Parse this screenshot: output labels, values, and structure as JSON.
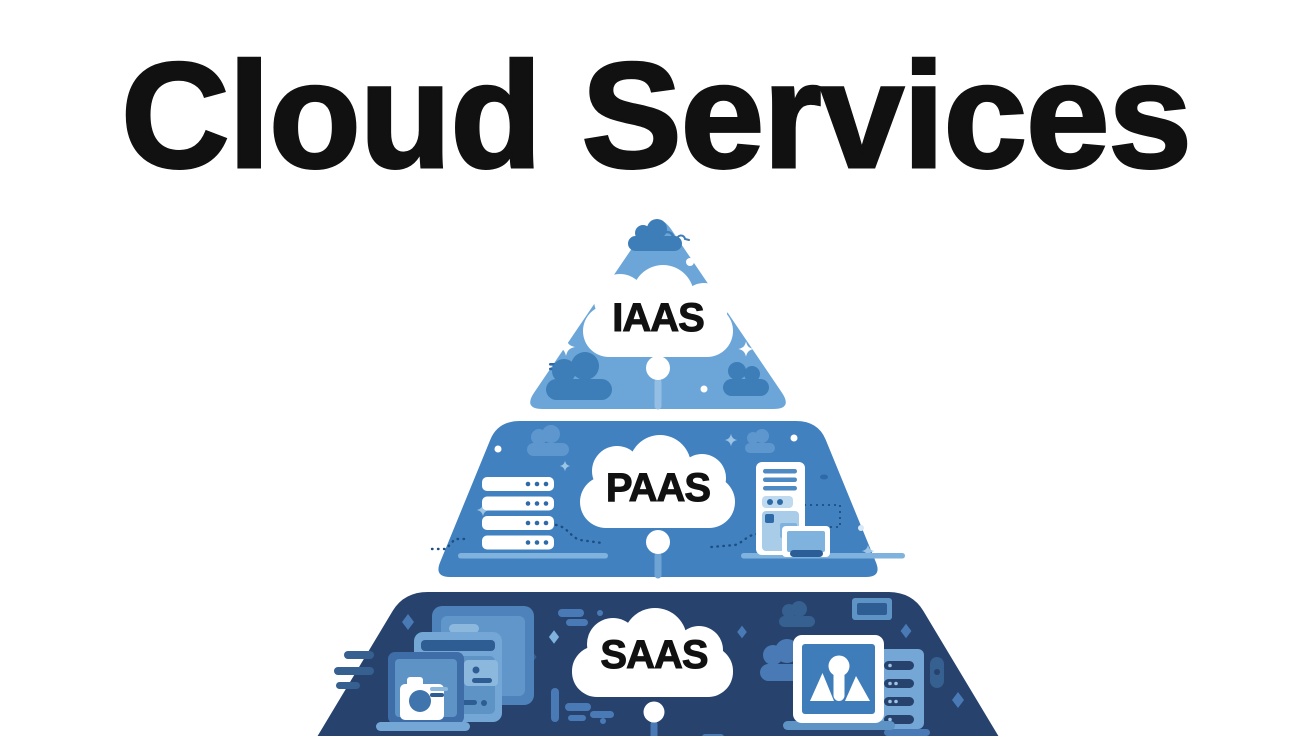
{
  "page": {
    "title": "Cloud Services",
    "title_color": "#111111",
    "background_color": "#ffffff"
  },
  "pyramid": {
    "cloud_fill": "#ffffff",
    "cloud_label_color": "#111111",
    "tiers": [
      {
        "id": "iaas",
        "label": "IAAS",
        "position": "top",
        "fill": "#6CA6D8",
        "decoration_color": "#3D7DB8",
        "icons": [
          "cloud-badge-icon",
          "small-cloud-icon",
          "sparkle-icon",
          "connector-dot"
        ]
      },
      {
        "id": "paas",
        "label": "PAAS",
        "position": "middle",
        "fill": "#4181C0",
        "decoration_color": "#5E97CD",
        "icons": [
          "cloud-badge-icon",
          "server-rack-icon",
          "server-tower-icon",
          "monitor-icon",
          "sparkle-icon",
          "connector-dot"
        ]
      },
      {
        "id": "saas",
        "label": "SAAS",
        "position": "bottom",
        "fill": "#26426D",
        "decoration_color": "#4A7AB5",
        "icons": [
          "cloud-badge-icon",
          "devices-icon",
          "camera-app-icon",
          "analytics-app-icon",
          "server-tower-icon",
          "diamond-icon",
          "connector-dot"
        ]
      }
    ]
  }
}
